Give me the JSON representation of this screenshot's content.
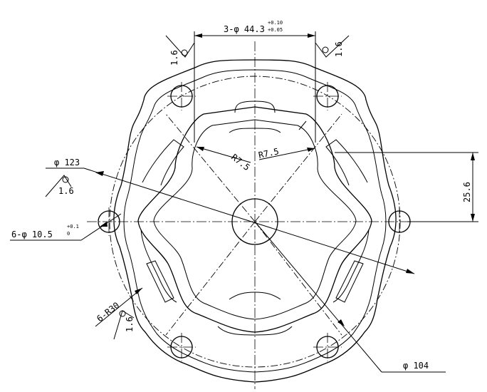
{
  "drawing": {
    "dims": {
      "top_hole_dim": "3-φ 44.3",
      "top_tol_upper": "+0.10",
      "top_tol_lower": "+0.05",
      "radius_left": "R7.5",
      "radius_right": "R7.5",
      "height_dim": "25.6",
      "outer_dia": "φ 123",
      "side_hole_dim": "6-φ 10.5",
      "side_tol_upper": "+0.1",
      "side_tol_lower": "0",
      "fillet_dim": "6-R30",
      "bottom_dia": "φ 104"
    },
    "roughness": {
      "top_left": "1.6",
      "top_right": "1.6",
      "mid_left": "1.6",
      "bottom_left": "1.6"
    }
  }
}
